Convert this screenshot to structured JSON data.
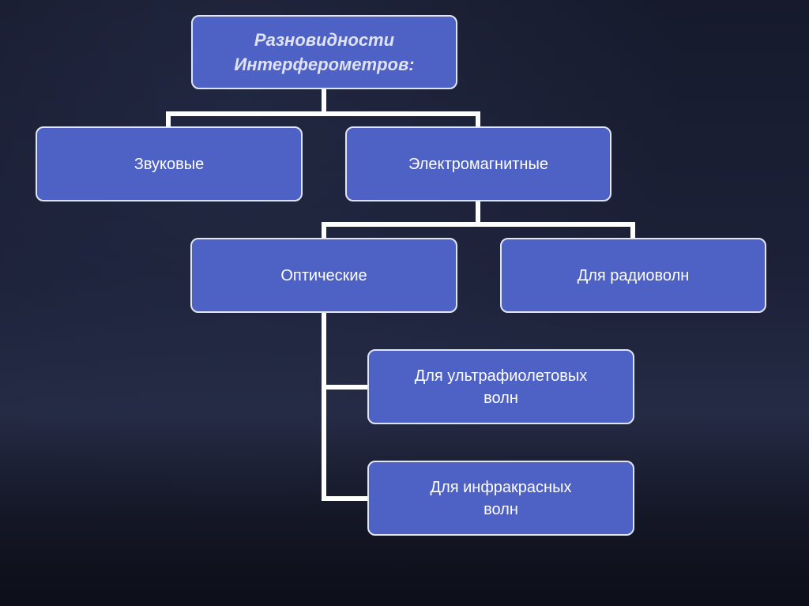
{
  "diagram": {
    "colors": {
      "node_fill": "#4e61c4",
      "node_border": "#e2e6f4",
      "connector": "#ffffff",
      "text": "#ffffff"
    },
    "root": {
      "line1": "Разновидности",
      "line2": "Интерферометров:"
    },
    "level1": {
      "sound": "Звуковые",
      "electromagnetic": "Электромагнитные"
    },
    "level2": {
      "optical": "Оптические",
      "radio": "Для радиоволн"
    },
    "level3": {
      "ultraviolet_line1": "Для ультрафиолетовых",
      "ultraviolet_line2": "волн",
      "infrared_line1": "Для инфракрасных",
      "infrared_line2": "волн"
    }
  }
}
